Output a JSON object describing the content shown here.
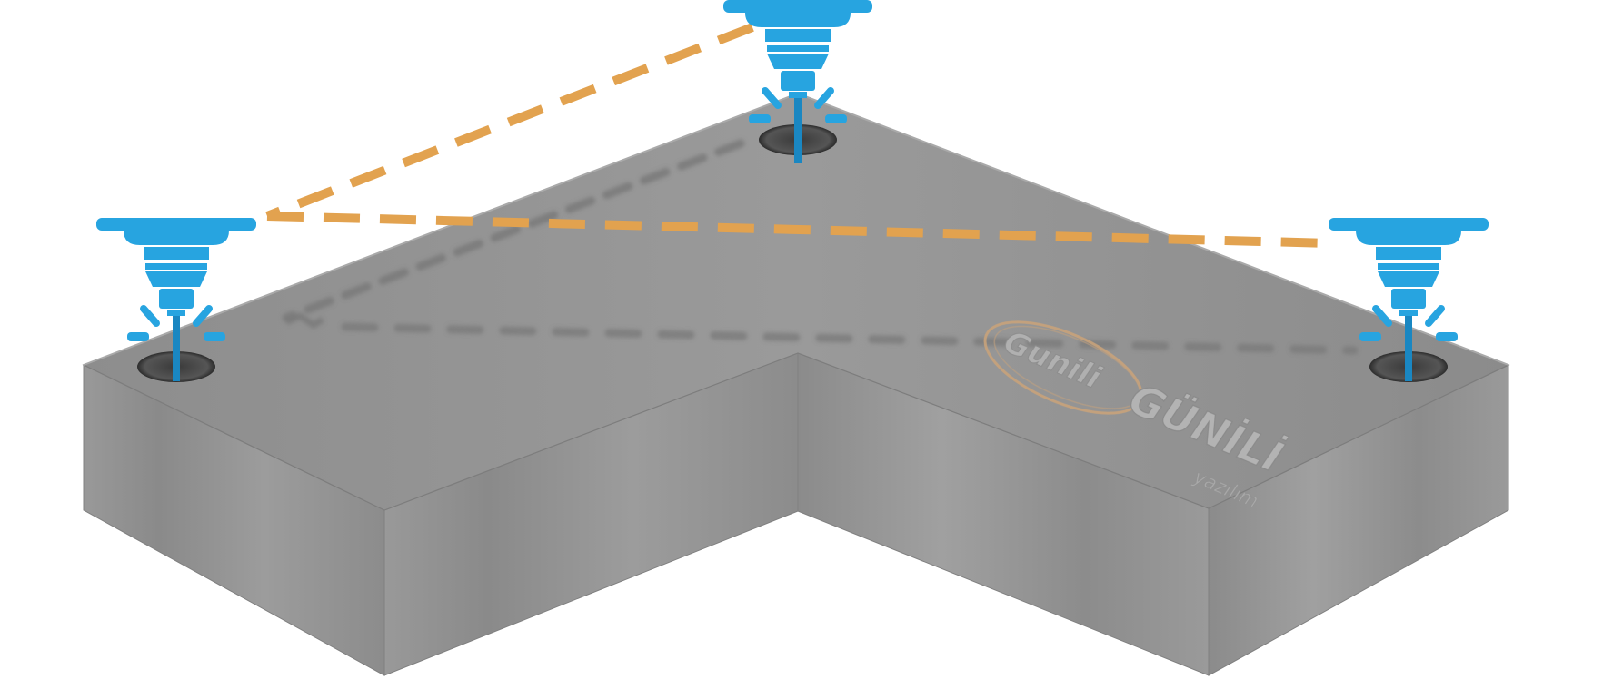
{
  "logo": {
    "brand_name": "GÜNİLİ",
    "tagline": "yazılım",
    "script_mark": "Gunili"
  },
  "colors": {
    "tool_blue": "#27a4e0",
    "tool_blue_dark": "#1a87c2",
    "toolpath_orange": "#e2a24f",
    "block_top": "#9b9b9b",
    "block_front": "#8f8f8f",
    "logo_bronze": "#c8a27a"
  },
  "icons": [
    "cnc-spindle-icon",
    "drill-hole-icon"
  ]
}
